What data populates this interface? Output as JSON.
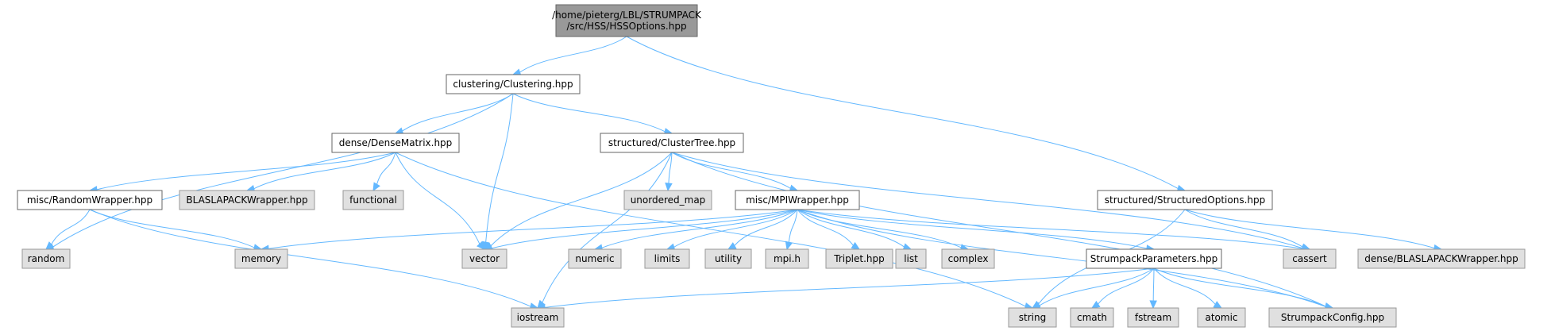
{
  "graph": {
    "colors": {
      "edge": "#63b8ff",
      "root_fill": "#999999",
      "root_stroke": "#666666",
      "local_fill": "#ffffff",
      "local_stroke": "#666666",
      "external_fill": "#e0e0e0",
      "external_stroke": "#999999"
    },
    "nodes": [
      {
        "id": "root",
        "lines": [
          "/home/pieterg/LBL/STRUMPACK",
          "/src/HSS/HSSOptions.hpp"
        ],
        "kind": "root"
      },
      {
        "id": "clustering",
        "lines": [
          "clustering/Clustering.hpp"
        ],
        "kind": "local"
      },
      {
        "id": "densematrix",
        "lines": [
          "dense/DenseMatrix.hpp"
        ],
        "kind": "local"
      },
      {
        "id": "clustertree",
        "lines": [
          "structured/ClusterTree.hpp"
        ],
        "kind": "local"
      },
      {
        "id": "structuredoptions",
        "lines": [
          "structured/StructuredOptions.hpp"
        ],
        "kind": "local"
      },
      {
        "id": "randomwrapper",
        "lines": [
          "misc/RandomWrapper.hpp"
        ],
        "kind": "local"
      },
      {
        "id": "blaslapackwrapper",
        "lines": [
          "BLASLAPACKWrapper.hpp"
        ],
        "kind": "external"
      },
      {
        "id": "functional",
        "lines": [
          "functional"
        ],
        "kind": "external"
      },
      {
        "id": "unordered_map",
        "lines": [
          "unordered_map"
        ],
        "kind": "external"
      },
      {
        "id": "mpiwrapper",
        "lines": [
          "misc/MPIWrapper.hpp"
        ],
        "kind": "local"
      },
      {
        "id": "random",
        "lines": [
          "random"
        ],
        "kind": "external"
      },
      {
        "id": "memory",
        "lines": [
          "memory"
        ],
        "kind": "external"
      },
      {
        "id": "vector",
        "lines": [
          "vector"
        ],
        "kind": "external"
      },
      {
        "id": "numeric",
        "lines": [
          "numeric"
        ],
        "kind": "external"
      },
      {
        "id": "limits",
        "lines": [
          "limits"
        ],
        "kind": "external"
      },
      {
        "id": "utility",
        "lines": [
          "utility"
        ],
        "kind": "external"
      },
      {
        "id": "mpih",
        "lines": [
          "mpi.h"
        ],
        "kind": "external"
      },
      {
        "id": "triplet",
        "lines": [
          "Triplet.hpp"
        ],
        "kind": "external"
      },
      {
        "id": "list",
        "lines": [
          "list"
        ],
        "kind": "external"
      },
      {
        "id": "complex",
        "lines": [
          "complex"
        ],
        "kind": "external"
      },
      {
        "id": "strumpackparameters",
        "lines": [
          "StrumpackParameters.hpp"
        ],
        "kind": "local"
      },
      {
        "id": "cassert",
        "lines": [
          "cassert"
        ],
        "kind": "external"
      },
      {
        "id": "denseblaslapack",
        "lines": [
          "dense/BLASLAPACKWrapper.hpp"
        ],
        "kind": "external"
      },
      {
        "id": "iostream",
        "lines": [
          "iostream"
        ],
        "kind": "external"
      },
      {
        "id": "string",
        "lines": [
          "string"
        ],
        "kind": "external"
      },
      {
        "id": "cmath",
        "lines": [
          "cmath"
        ],
        "kind": "external"
      },
      {
        "id": "fstream",
        "lines": [
          "fstream"
        ],
        "kind": "external"
      },
      {
        "id": "atomic",
        "lines": [
          "atomic"
        ],
        "kind": "external"
      },
      {
        "id": "strumpackconfig",
        "lines": [
          "StrumpackConfig.hpp"
        ],
        "kind": "external"
      }
    ],
    "edges": [
      [
        "root",
        "clustering"
      ],
      [
        "root",
        "structuredoptions"
      ],
      [
        "clustering",
        "densematrix"
      ],
      [
        "clustering",
        "clustertree"
      ],
      [
        "clustering",
        "random"
      ],
      [
        "clustering",
        "vector"
      ],
      [
        "densematrix",
        "randomwrapper"
      ],
      [
        "densematrix",
        "blaslapackwrapper"
      ],
      [
        "densematrix",
        "functional"
      ],
      [
        "densematrix",
        "vector"
      ],
      [
        "densematrix",
        "string"
      ],
      [
        "randomwrapper",
        "random"
      ],
      [
        "randomwrapper",
        "memory"
      ],
      [
        "randomwrapper",
        "iostream"
      ],
      [
        "clustertree",
        "unordered_map"
      ],
      [
        "clustertree",
        "mpiwrapper"
      ],
      [
        "clustertree",
        "vector"
      ],
      [
        "clustertree",
        "iostream"
      ],
      [
        "clustertree",
        "cassert"
      ],
      [
        "clustertree",
        "strumpackconfig"
      ],
      [
        "mpiwrapper",
        "memory"
      ],
      [
        "mpiwrapper",
        "vector"
      ],
      [
        "mpiwrapper",
        "numeric"
      ],
      [
        "mpiwrapper",
        "limits"
      ],
      [
        "mpiwrapper",
        "utility"
      ],
      [
        "mpiwrapper",
        "mpih"
      ],
      [
        "mpiwrapper",
        "triplet"
      ],
      [
        "mpiwrapper",
        "list"
      ],
      [
        "mpiwrapper",
        "complex"
      ],
      [
        "mpiwrapper",
        "strumpackparameters"
      ],
      [
        "mpiwrapper",
        "cassert"
      ],
      [
        "mpiwrapper",
        "strumpackconfig"
      ],
      [
        "strumpackparameters",
        "iostream"
      ],
      [
        "strumpackparameters",
        "string"
      ],
      [
        "strumpackparameters",
        "cmath"
      ],
      [
        "strumpackparameters",
        "fstream"
      ],
      [
        "strumpackparameters",
        "atomic"
      ],
      [
        "strumpackparameters",
        "strumpackconfig"
      ],
      [
        "structuredoptions",
        "string"
      ],
      [
        "structuredoptions",
        "cassert"
      ],
      [
        "structuredoptions",
        "denseblaslapack"
      ]
    ]
  }
}
